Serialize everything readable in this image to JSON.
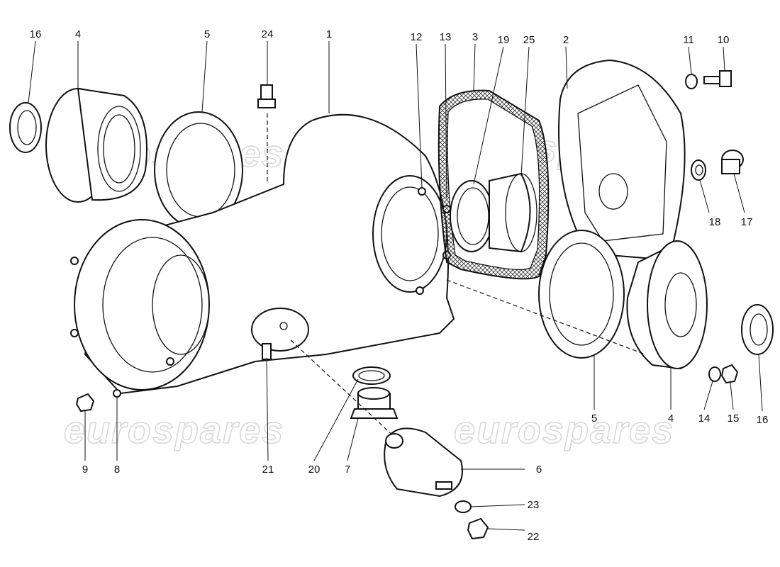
{
  "diagram": {
    "watermark": "eurospares",
    "labels": {
      "l16a": "16",
      "l4a": "4",
      "l5a": "5",
      "l24": "24",
      "l1": "1",
      "l12": "12",
      "l13": "13",
      "l3": "3",
      "l19": "19",
      "l25": "25",
      "l2": "2",
      "l11": "11",
      "l10": "10",
      "l18": "18",
      "l17": "17",
      "l5b": "5",
      "l4b": "4",
      "l14": "14",
      "l15": "15",
      "l16b": "16",
      "l9": "9",
      "l8": "8",
      "l21": "21",
      "l20": "20",
      "l7": "7",
      "l6": "6",
      "l23": "23",
      "l22": "22"
    }
  }
}
